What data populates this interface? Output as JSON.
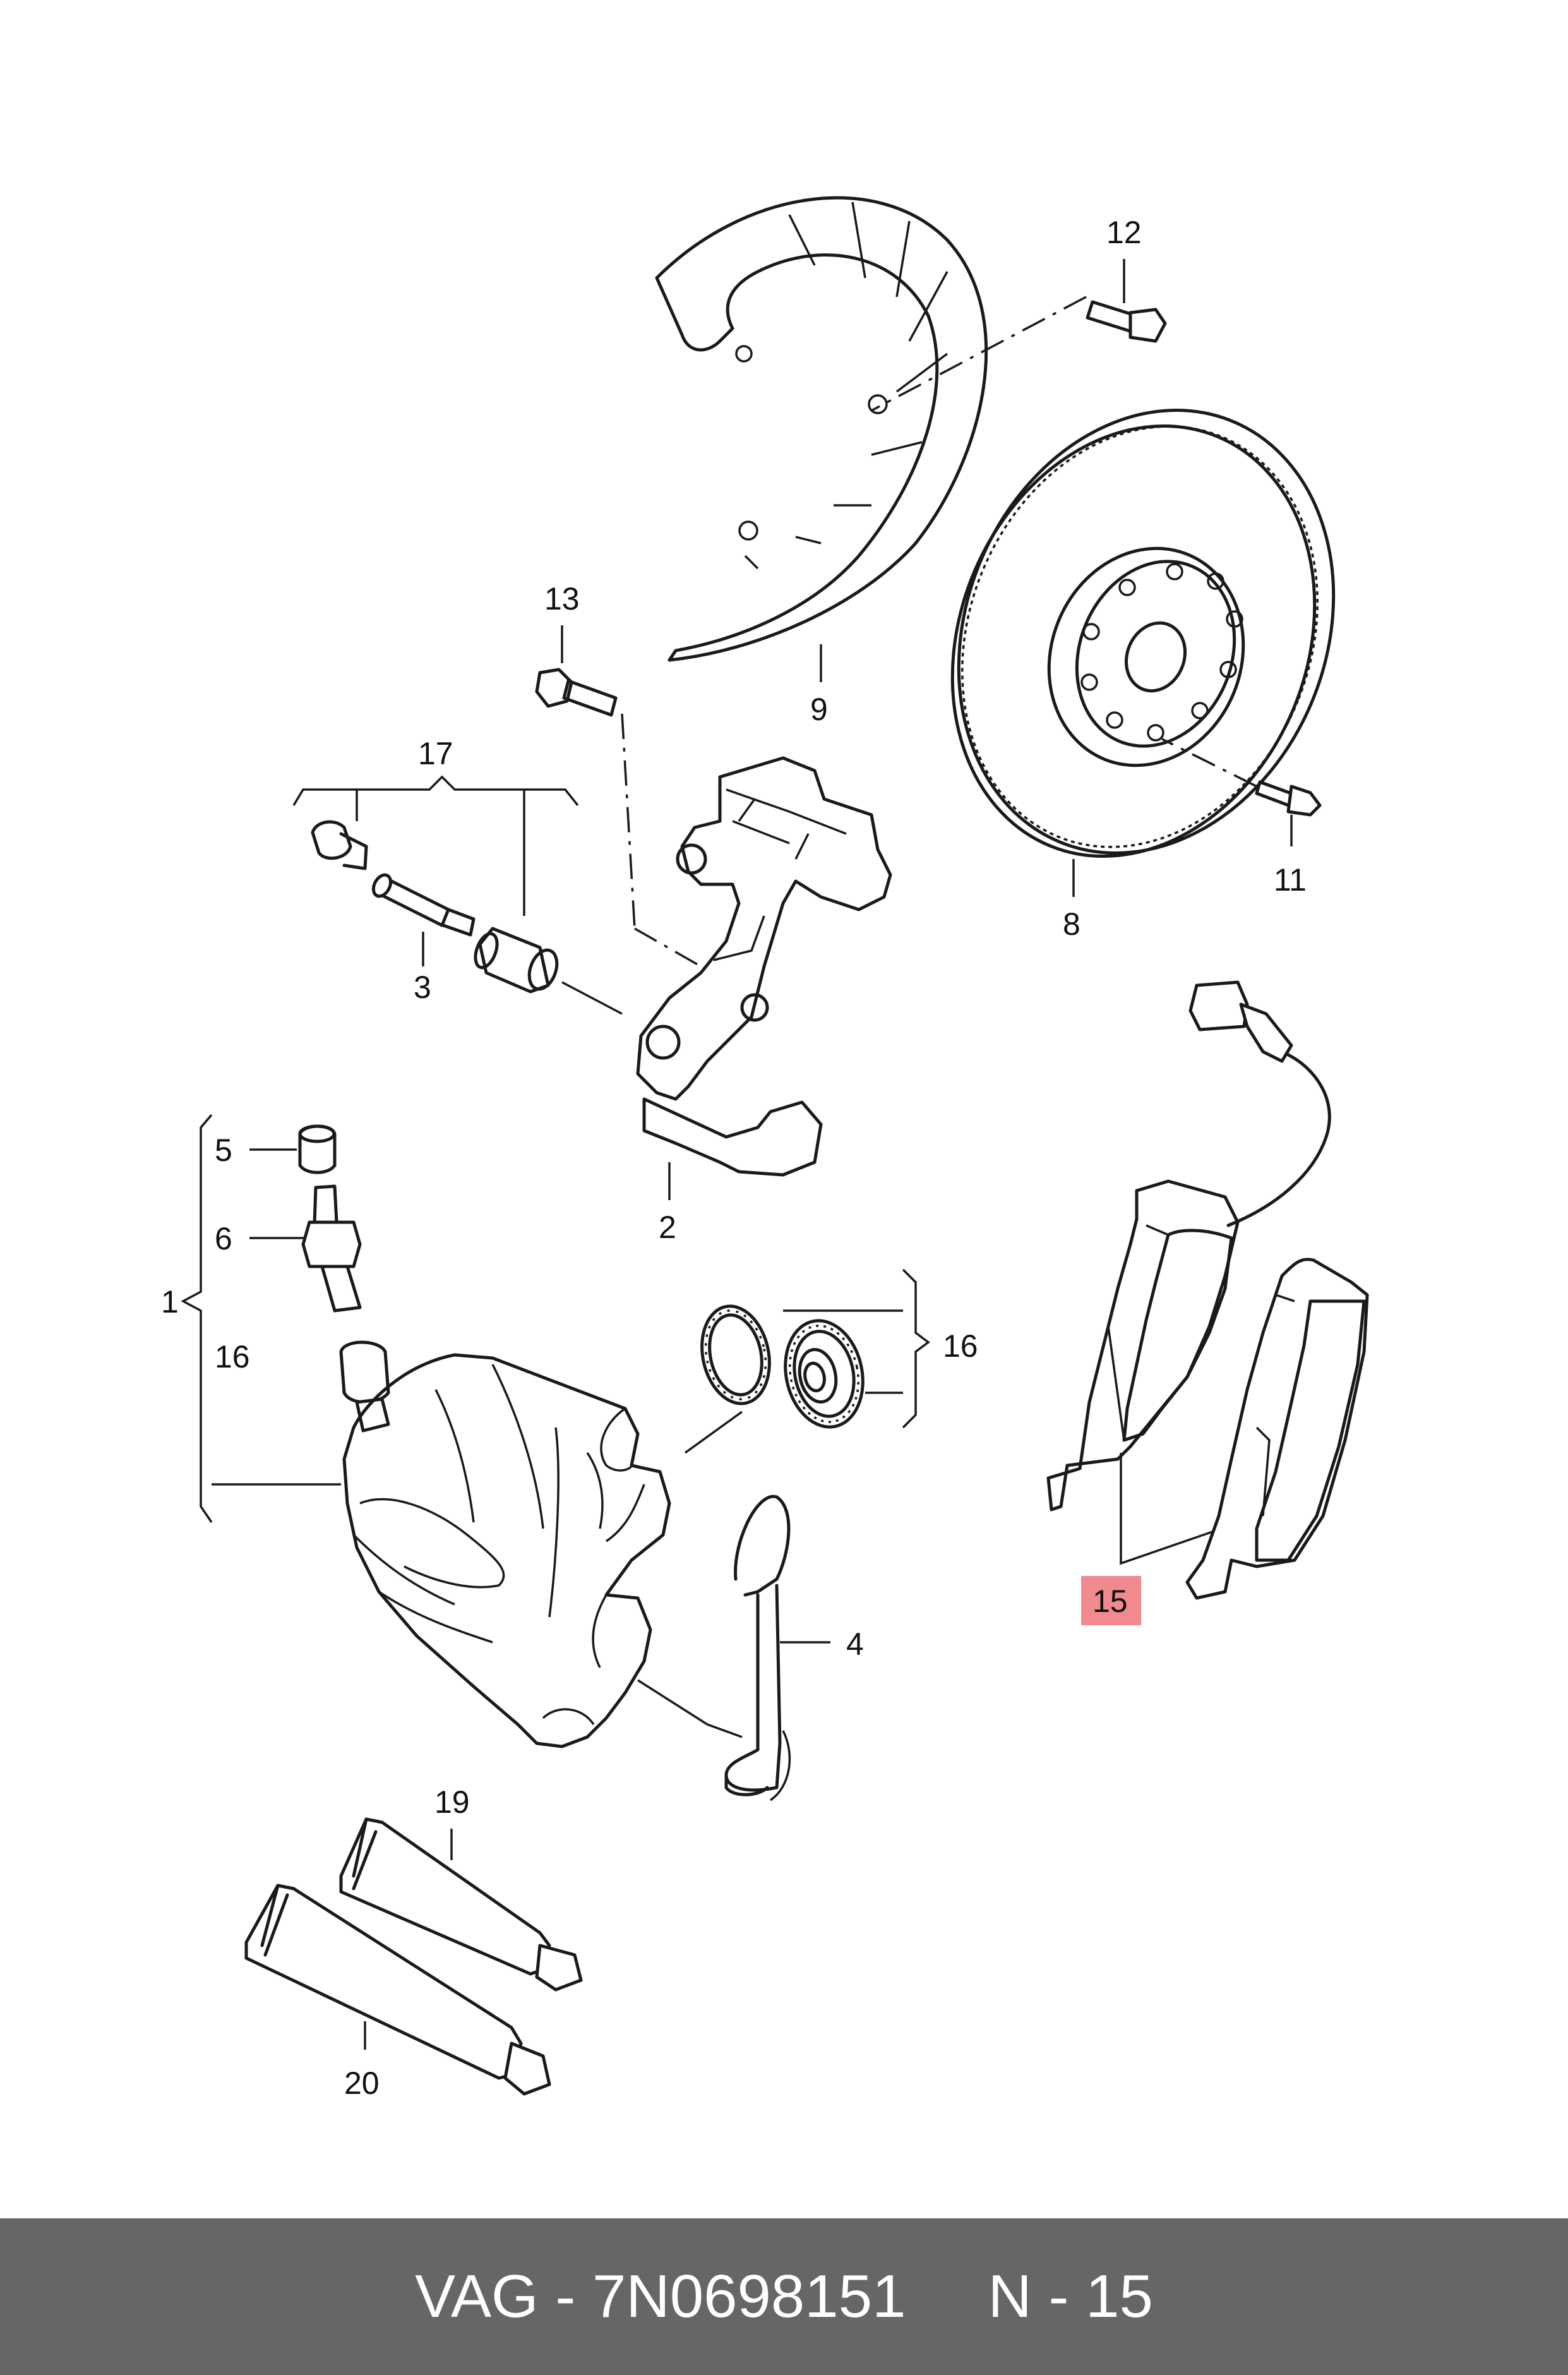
{
  "diagram": {
    "labels": {
      "l1": "1",
      "l2": "2",
      "l3": "3",
      "l4": "4",
      "l5": "5",
      "l6": "6",
      "l8": "8",
      "l9": "9",
      "l11": "11",
      "l12": "12",
      "l13": "13",
      "l15": "15",
      "l16a": "16",
      "l16b": "16",
      "l17": "17",
      "l19": "19",
      "l20": "20"
    },
    "highlight_color": "#f08a8e"
  },
  "footer": {
    "brand_part": "VAG - 7N0698151",
    "position": "N - 15",
    "background": "#666666"
  }
}
